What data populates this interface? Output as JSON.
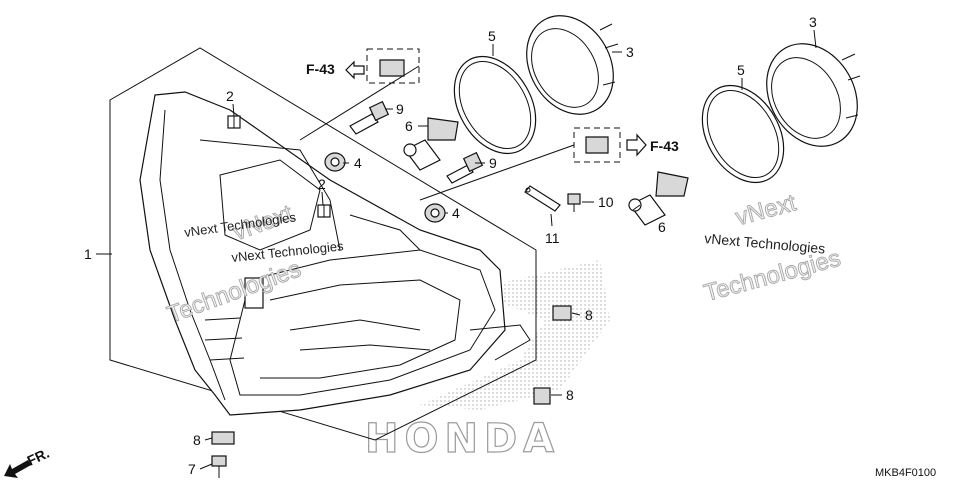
{
  "callouts": {
    "c1": "1",
    "c2a": "2",
    "c2b": "2",
    "c3a": "3",
    "c3b": "3",
    "c4a": "4",
    "c4b": "4",
    "c5a": "5",
    "c5b": "5",
    "c6a": "6",
    "c6b": "6",
    "c7": "7",
    "c8a": "8",
    "c8b": "8",
    "c8c": "8",
    "c9a": "9",
    "c9b": "9",
    "c10": "10",
    "c11": "11"
  },
  "references": {
    "left": "F-43",
    "right": "F-43"
  },
  "front_label": "FR.",
  "diagram_code": "MKB4F0100",
  "watermarks": {
    "main_line1": "vNext",
    "main_line2": "Technologies",
    "small_line1": "vNext Technologies",
    "small_line2": "vNext Technologies",
    "right_line1": "vNext",
    "right_line2": "Technologies",
    "right_small": "vNext Technologies"
  },
  "brand_watermark": "HONDA",
  "icons": {
    "arrow_left": "hollow-arrow-left-icon",
    "arrow_right": "hollow-arrow-right-icon",
    "front_arrow": "front-direction-arrow-icon"
  }
}
